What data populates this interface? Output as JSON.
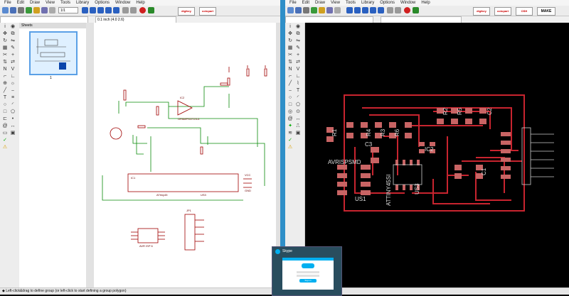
{
  "left_window": {
    "menu": [
      "File",
      "Edit",
      "Draw",
      "View",
      "Tools",
      "Library",
      "Options",
      "Window",
      "Help"
    ],
    "sheet_selector": "1/1",
    "coordinate_readout": "0.1 inch (4.0 2.6)",
    "sheets_panel": {
      "title": "Sheets",
      "items": [
        "1"
      ]
    },
    "status": "◆ Left-click&drag to define group (or left-click to start defining a group polygon)"
  },
  "right_window": {
    "menu": [
      "File",
      "Edit",
      "Draw",
      "View",
      "Tools",
      "Library",
      "Options",
      "Window",
      "Help"
    ],
    "make_button": "MAKE"
  },
  "brand_buttons": [
    "digikey",
    "octopart",
    "OSH",
    "MAKE"
  ],
  "schematic": {
    "labels": [
      "IC2",
      "OPAMPSOT23-5",
      "IC1",
      "ATtiny45",
      "US3",
      "JP1",
      "AVR ISP 6",
      "VCC",
      "GND"
    ]
  },
  "board": {
    "labels": [
      "R1",
      "R2",
      "R3",
      "R4",
      "R5",
      "R6",
      "IC2",
      "C1",
      "C2",
      "C3",
      "AVRISPSMD",
      "ATTINY45SI",
      "US1",
      "US3"
    ]
  },
  "skype_popup": {
    "title": "Skype",
    "button": "Sign in"
  },
  "colors": {
    "accent": "#2f8fc8",
    "schematic_wire": "#0a8a0a",
    "schematic_part": "#a00000",
    "board_trace": "#c8242f",
    "board_pad": "#c86464",
    "board_bg": "#000000"
  }
}
